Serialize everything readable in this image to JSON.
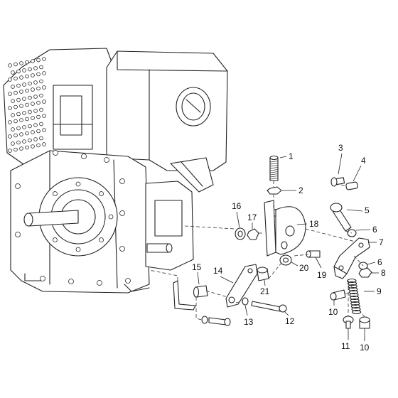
{
  "callouts": [
    {
      "num": "1"
    },
    {
      "num": "2"
    },
    {
      "num": "3"
    },
    {
      "num": "4"
    },
    {
      "num": "5"
    },
    {
      "num": "6"
    },
    {
      "num": "7"
    },
    {
      "num": "6"
    },
    {
      "num": "8"
    },
    {
      "num": "9"
    },
    {
      "num": "10"
    },
    {
      "num": "11"
    },
    {
      "num": "10"
    },
    {
      "num": "12"
    },
    {
      "num": "13"
    },
    {
      "num": "14"
    },
    {
      "num": "15"
    },
    {
      "num": "16"
    },
    {
      "num": "17"
    },
    {
      "num": "18"
    },
    {
      "num": "19"
    },
    {
      "num": "20"
    },
    {
      "num": "21"
    }
  ]
}
